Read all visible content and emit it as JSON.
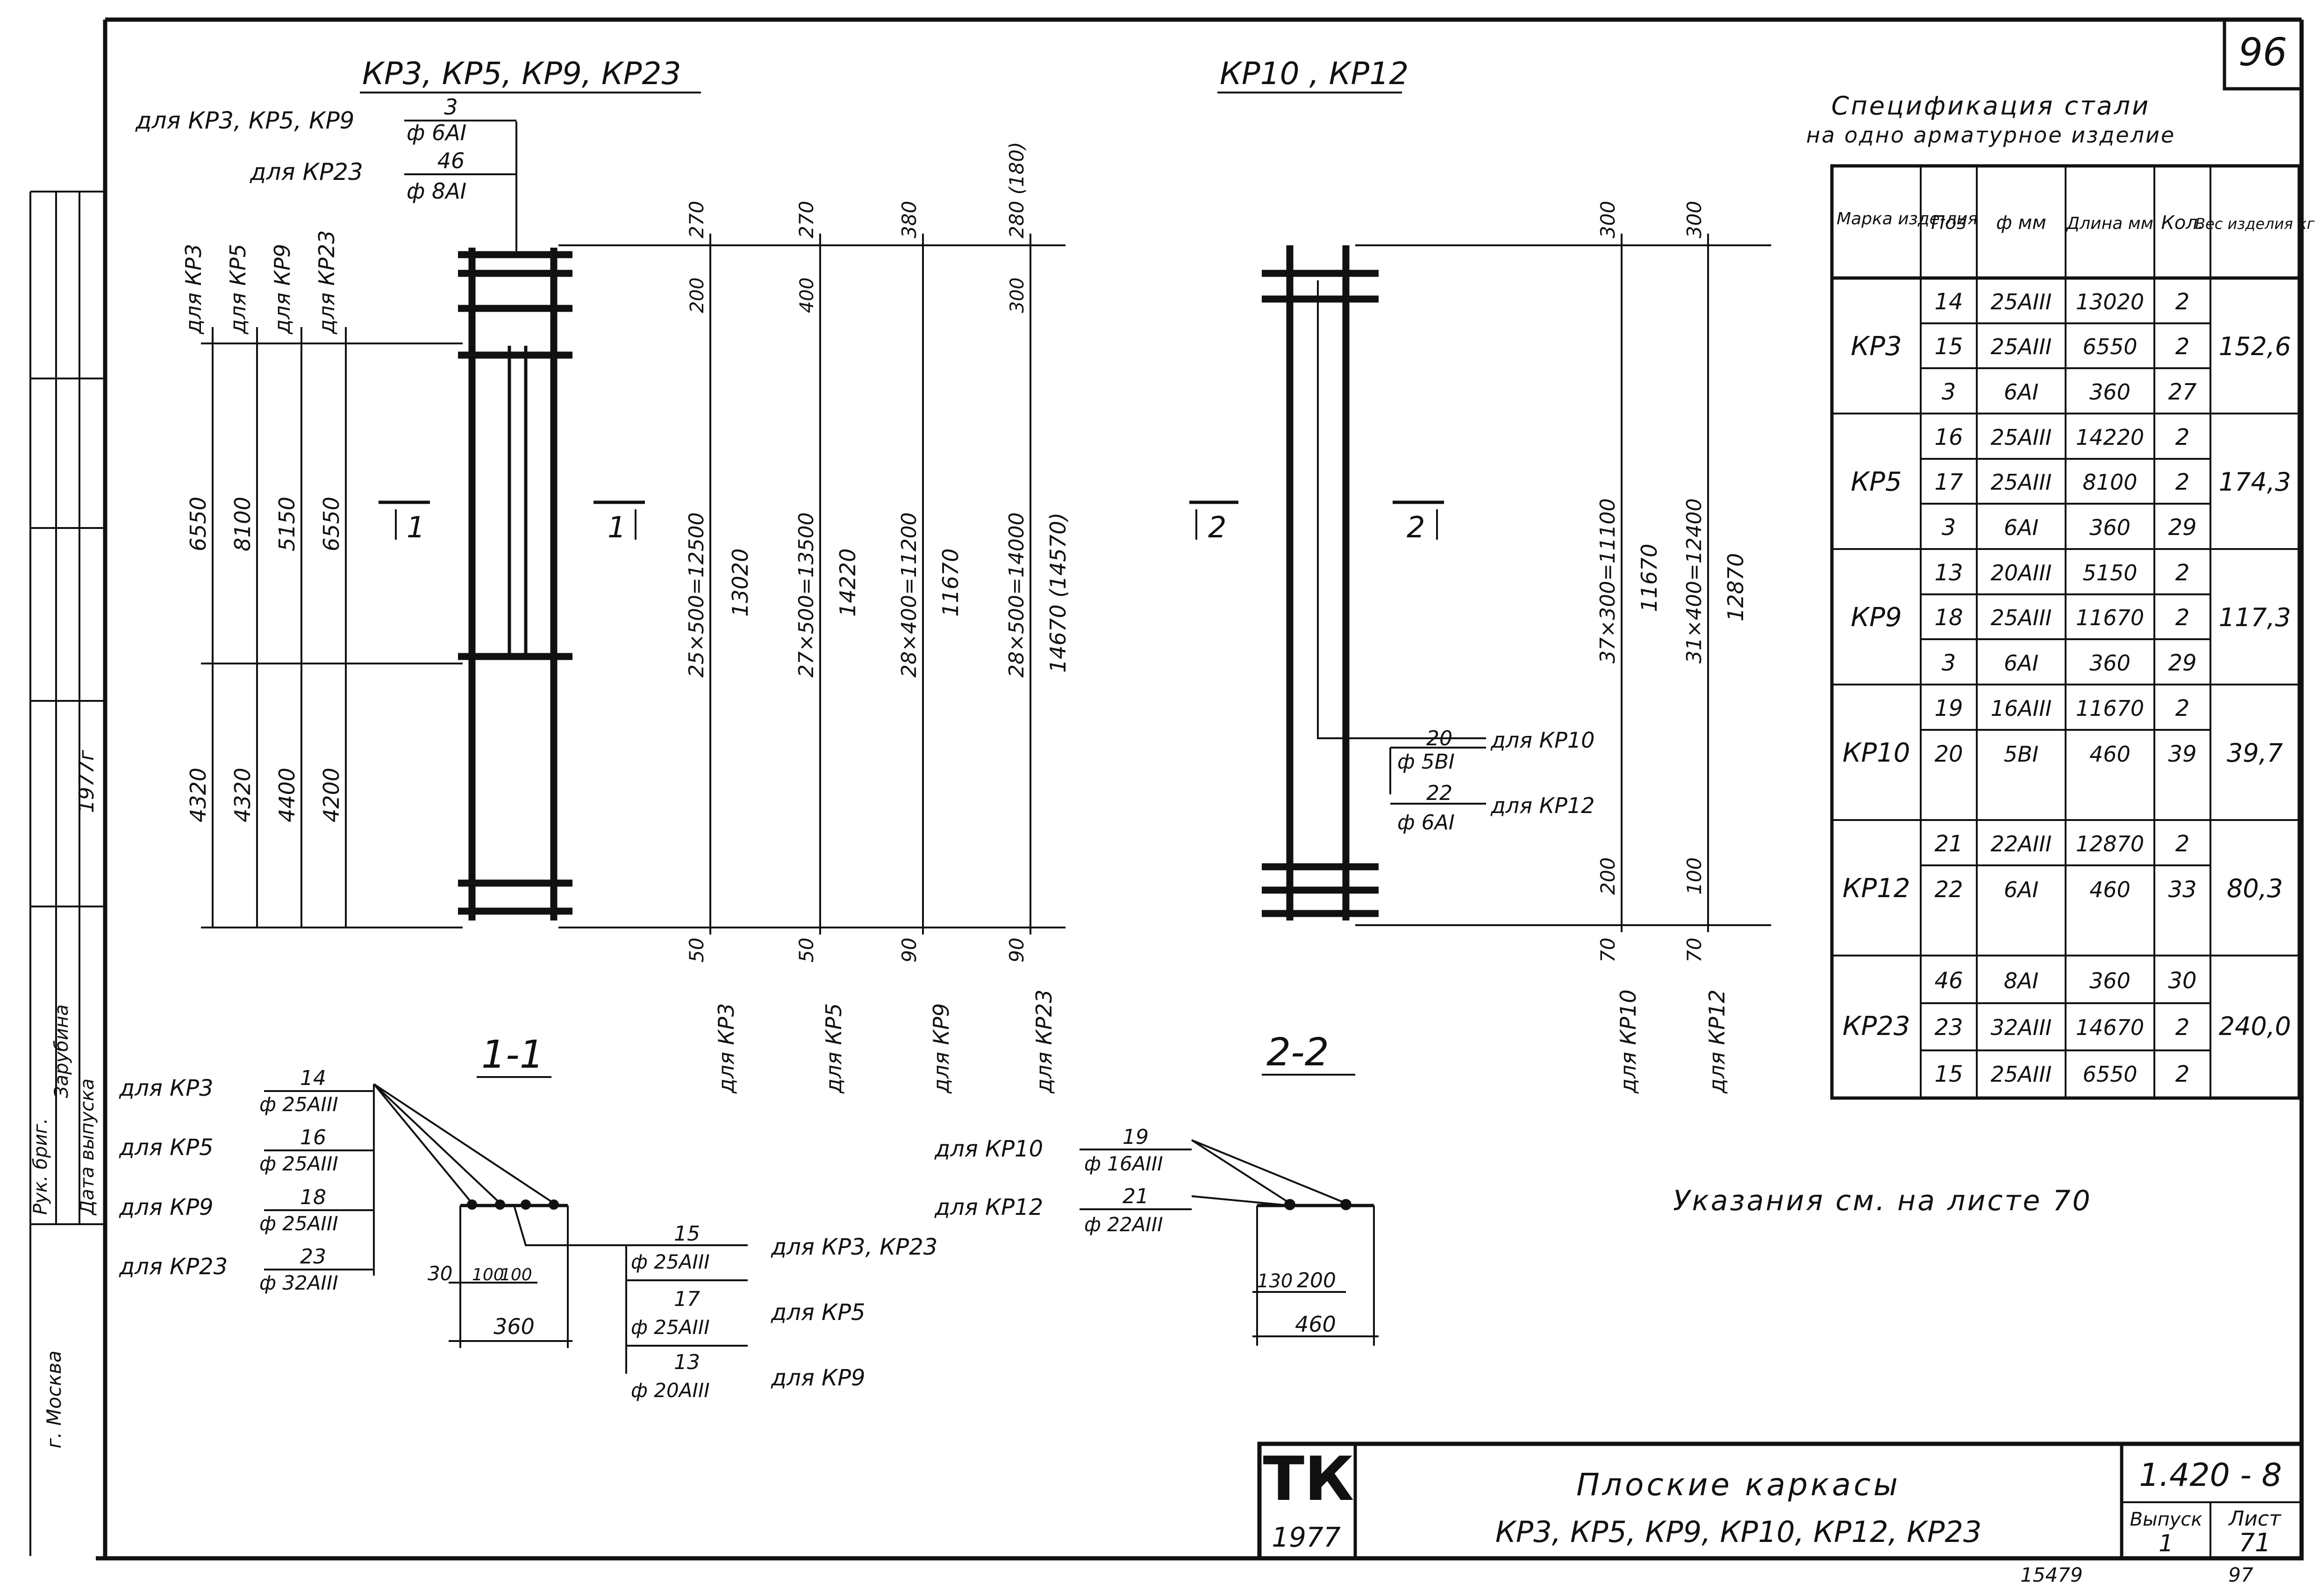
{
  "sheet_number": "96",
  "stamp": "1977г",
  "sidebar": {
    "rows": [
      "Рук. бриг.",
      "Зарубина",
      "Дата выпуска"
    ],
    "city": "г. Москва"
  },
  "views": {
    "left_title": "КР3, КР5, КР9, КР23",
    "right_title": "КР10 , КР12",
    "left_section": "1-1",
    "right_section": "2-2",
    "section_marks": [
      "1",
      "1",
      "2",
      "2"
    ]
  },
  "left_view": {
    "stirrup_top": {
      "label": "для КР3, КР5, КР9",
      "pos": "3",
      "bar": "ф 6АI"
    },
    "stirrup_kp23": {
      "label": "для КР23",
      "pos": "46",
      "bar": "ф 8АI"
    },
    "column_heads": [
      "для КР3",
      "для КР5",
      "для КР9",
      "для КР23"
    ],
    "upper_lengths": [
      "6550",
      "8100",
      "5150",
      "6550"
    ],
    "lower_lengths": [
      "4320",
      "4320",
      "4400",
      "4200"
    ],
    "top_dims": [
      "270",
      "270",
      "380",
      "280 (180)"
    ],
    "second_dims": [
      "200",
      "400",
      "",
      "300"
    ],
    "spacing": [
      "25×500=12500",
      "27×500=13500",
      "28×400=11200",
      "28×500=14000"
    ],
    "totals": [
      "13020",
      "14220",
      "11670",
      "14670 (14570)"
    ],
    "bottom_dims": [
      "50",
      "50",
      "90",
      "90"
    ],
    "for_labels": [
      "для КР3",
      "для КР5",
      "для КР9",
      "для КР23"
    ]
  },
  "right_view": {
    "top_dims": [
      "300",
      "300"
    ],
    "spacing": [
      "37×300=11100",
      "31×400=12400"
    ],
    "totals": [
      "11670",
      "12870"
    ],
    "dim_200": "200",
    "dim_100": "100",
    "bottom_dims": [
      "70",
      "70"
    ],
    "for_labels": [
      "для КР10",
      "для КР12"
    ],
    "stirrups": [
      {
        "pos": "20",
        "bar": "ф 5ВI",
        "label": "для КР10"
      },
      {
        "pos": "22",
        "bar": "ф 6АI",
        "label": "для КР12"
      }
    ]
  },
  "section_1": {
    "main_bars": [
      {
        "label": "для КР3",
        "pos": "14",
        "bar": "ф 25АIII"
      },
      {
        "label": "для КР5",
        "pos": "16",
        "bar": "ф 25АIII"
      },
      {
        "label": "для КР9",
        "pos": "18",
        "bar": "ф 25АIII"
      },
      {
        "label": "для КР23",
        "pos": "23",
        "bar": "ф 32АIII"
      }
    ],
    "inner_bars": [
      {
        "pos": "15",
        "bar": "ф 25АIII",
        "label": "для КР3, КР23"
      },
      {
        "pos": "17",
        "bar": "ф 25АIII",
        "label": "для КР5"
      },
      {
        "pos": "13",
        "bar": "ф 20АIII",
        "label": "для КР9"
      }
    ],
    "dims": [
      "30",
      "100",
      "100"
    ],
    "width": "360"
  },
  "section_2": {
    "bars": [
      {
        "label": "для КР10",
        "pos": "19",
        "bar": "ф 16АIII"
      },
      {
        "label": "для КР12",
        "pos": "21",
        "bar": "ф 22АIII"
      }
    ],
    "dims": [
      "130",
      "200"
    ],
    "width": "460"
  },
  "spec": {
    "title": "Спецификация стали",
    "subtitle": "на одно арматурное изделие",
    "headers": [
      "Марка изде-лия",
      "Поз",
      "ф мм",
      "Длина мм",
      "Кол.",
      "Вес изделия кг"
    ],
    "groups": [
      {
        "mark": "КР3",
        "weight": "152,6",
        "rows": [
          [
            "14",
            "25АIII",
            "13020",
            "2"
          ],
          [
            "15",
            "25АIII",
            "6550",
            "2"
          ],
          [
            "3",
            "6АI",
            "360",
            "27"
          ]
        ]
      },
      {
        "mark": "КР5",
        "weight": "174,3",
        "rows": [
          [
            "16",
            "25АIII",
            "14220",
            "2"
          ],
          [
            "17",
            "25АIII",
            "8100",
            "2"
          ],
          [
            "3",
            "6АI",
            "360",
            "29"
          ]
        ]
      },
      {
        "mark": "КР9",
        "weight": "117,3",
        "rows": [
          [
            "13",
            "20АIII",
            "5150",
            "2"
          ],
          [
            "18",
            "25АIII",
            "11670",
            "2"
          ],
          [
            "3",
            "6АI",
            "360",
            "29"
          ]
        ]
      },
      {
        "mark": "КР10",
        "weight": "39,7",
        "rows": [
          [
            "19",
            "16АIII",
            "11670",
            "2"
          ],
          [
            "20",
            "5ВI",
            "460",
            "39"
          ]
        ]
      },
      {
        "mark": "КР12",
        "weight": "80,3",
        "rows": [
          [
            "21",
            "22АIII",
            "12870",
            "2"
          ],
          [
            "22",
            "6АI",
            "460",
            "33"
          ]
        ]
      },
      {
        "mark": "КР23",
        "weight": "240,0",
        "rows": [
          [
            "46",
            "8АI",
            "360",
            "30"
          ],
          [
            "23",
            "32АIII",
            "14670",
            "2"
          ],
          [
            "15",
            "25АIII",
            "6550",
            "2"
          ]
        ]
      }
    ]
  },
  "note": "Указания см. на листе 70",
  "title_block": {
    "org": "ТК",
    "year": "1977",
    "title_line1": "Плоские каркасы",
    "title_line2": "КР3, КР5, КР9, КР10, КР12, КР23",
    "code": "1.420 - 8",
    "issue_label": "Выпуск",
    "issue": "1",
    "sheet_label": "Лист",
    "sheet": "71"
  },
  "footer": {
    "number": "15479",
    "page": "97"
  }
}
